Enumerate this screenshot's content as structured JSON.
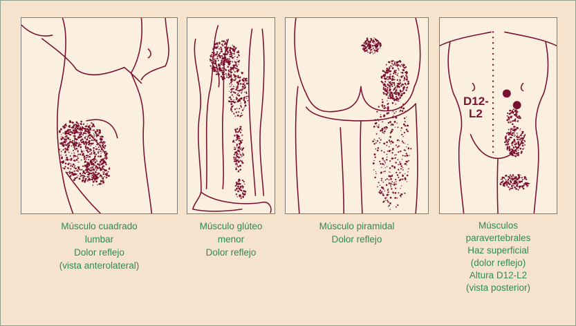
{
  "colors": {
    "background": "#f6e3cd",
    "panel": "#fbf0e0",
    "ink": "#7a1030",
    "caption": "#2e8a4e"
  },
  "panels": [
    {
      "id": "cuadrado-lumbar",
      "caption": [
        "Músculo cuadrado",
        "lumbar",
        "Dolor reflejo",
        "(vista anterolateral)"
      ]
    },
    {
      "id": "gluteo-menor",
      "caption": [
        "Músculo glúteo",
        "menor",
        "Dolor reflejo"
      ]
    },
    {
      "id": "piramidal",
      "caption": [
        "Músculo piramidal",
        "Dolor reflejo"
      ]
    },
    {
      "id": "paravertebrales",
      "caption": [
        "Músculos",
        "paravertebrales",
        "Haz superficial",
        "(dolor reflejo)",
        "Altura D12-L2",
        "(vista posterior)"
      ],
      "level_label": [
        "D12-",
        "L2"
      ]
    }
  ]
}
